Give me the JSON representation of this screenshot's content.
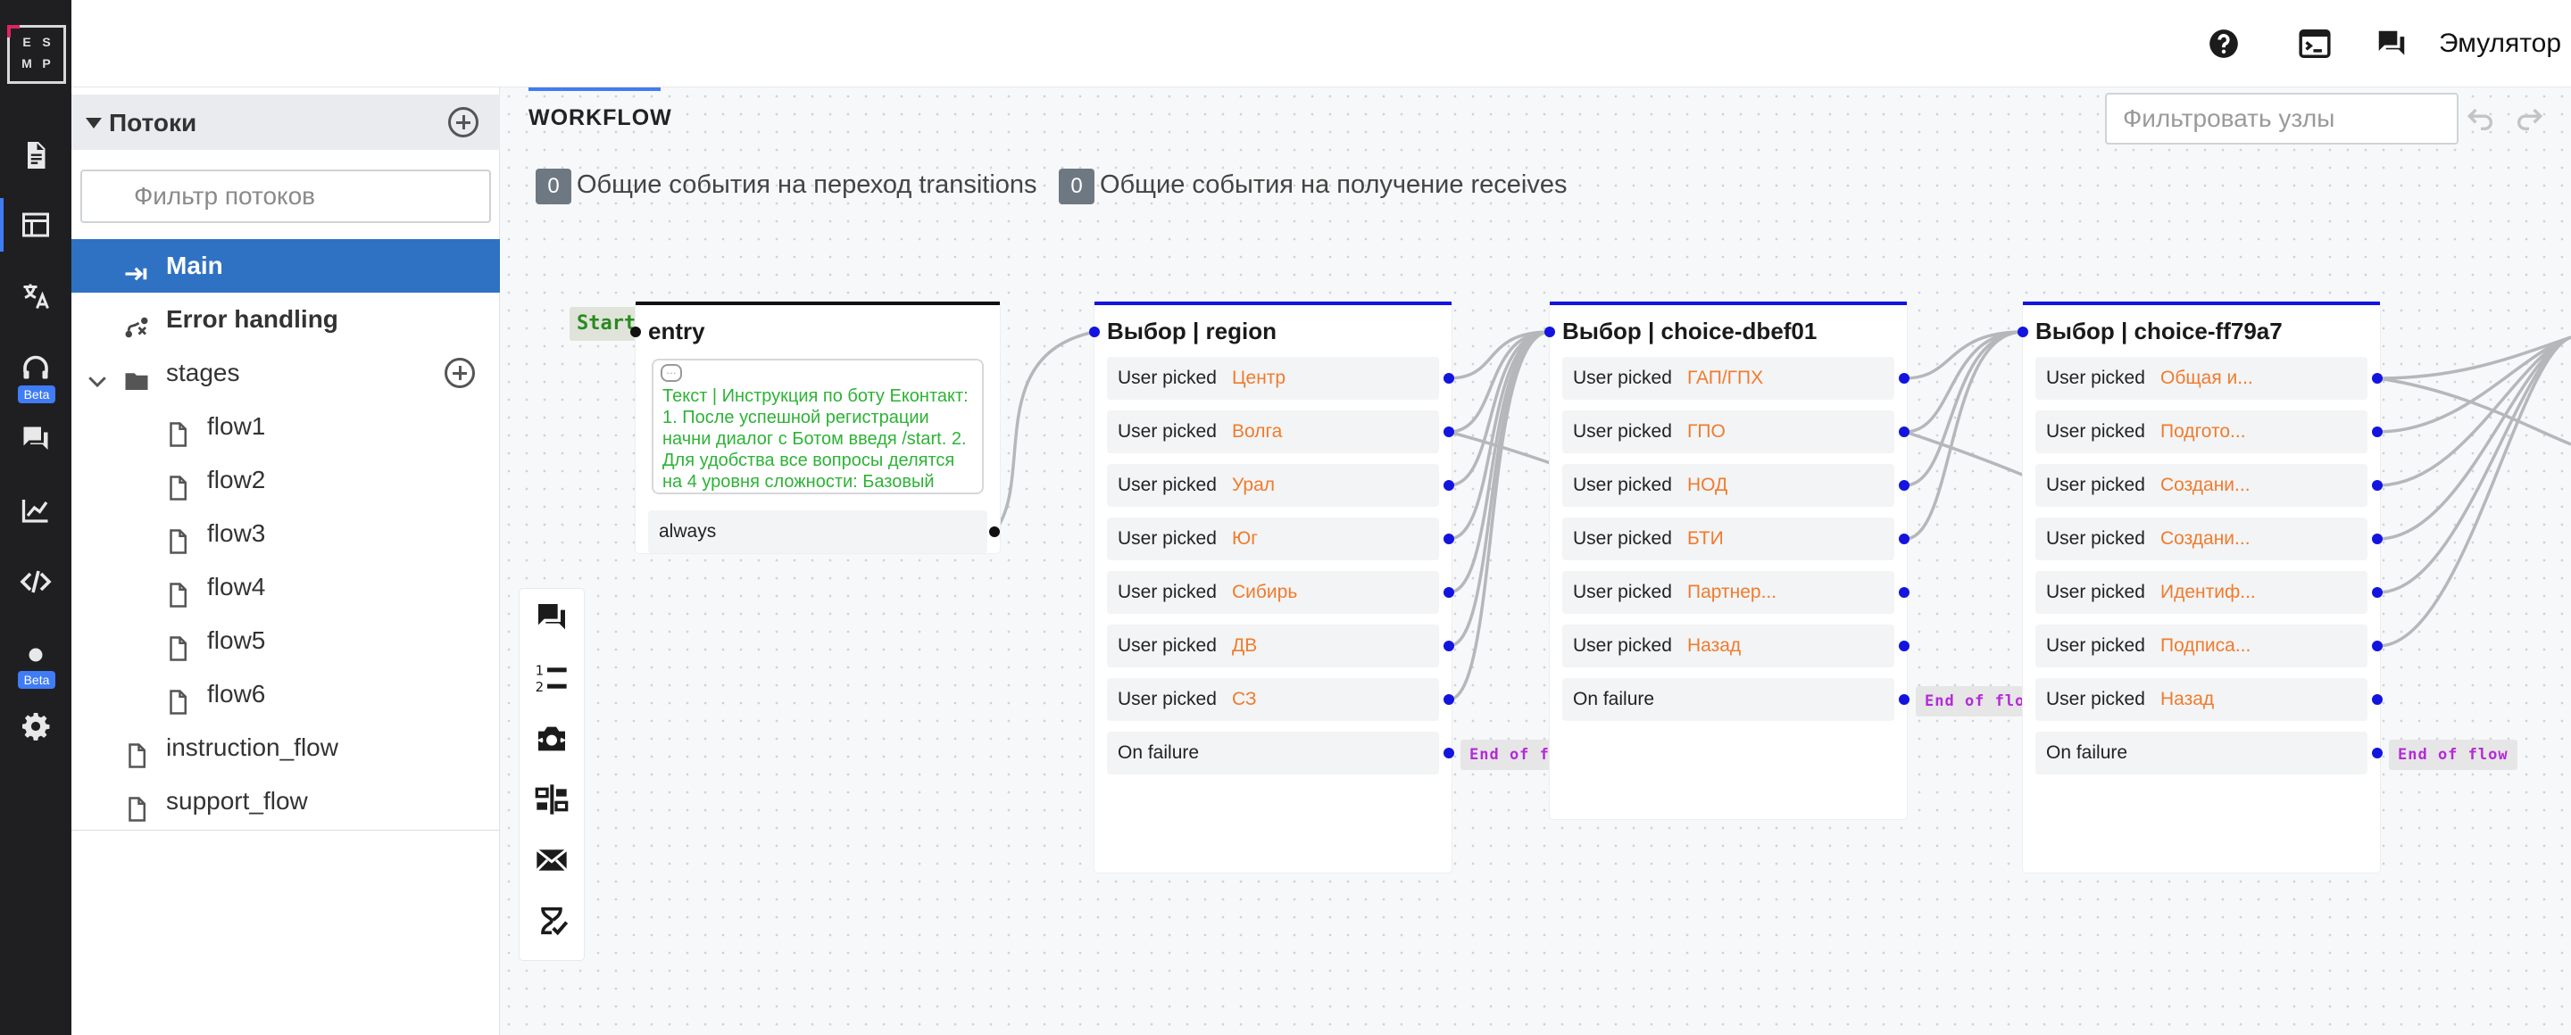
{
  "app": {
    "logo_letters": [
      "E",
      "S",
      "M",
      "P"
    ],
    "beta_label": "Beta",
    "emulator_label": "Эмулятор"
  },
  "sidebar": {
    "title": "Потоки",
    "filter_placeholder": "Фильтр потоков",
    "items": [
      {
        "label": "Main",
        "icon": "entry-arrow-icon",
        "selected": true
      },
      {
        "label": "Error handling",
        "icon": "route-icon"
      },
      {
        "label": "stages",
        "icon": "folder-icon",
        "expanded": true
      },
      {
        "label": "flow1",
        "icon": "file-icon"
      },
      {
        "label": "flow2",
        "icon": "file-icon"
      },
      {
        "label": "flow3",
        "icon": "file-icon"
      },
      {
        "label": "flow4",
        "icon": "file-icon"
      },
      {
        "label": "flow5",
        "icon": "file-icon"
      },
      {
        "label": "flow6",
        "icon": "file-icon"
      },
      {
        "label": "instruction_flow",
        "icon": "file-icon"
      },
      {
        "label": "support_flow",
        "icon": "file-icon"
      }
    ]
  },
  "canvas": {
    "tab_label": "WORKFLOW",
    "node_filter_placeholder": "Фильтровать узлы",
    "events": {
      "transitions_count": "0",
      "transitions_label": "Общие события на переход transitions",
      "receives_count": "0",
      "receives_label": "Общие события на получение receives"
    },
    "start_label": "Start",
    "end_of_flow_label": "End of flow",
    "nodes": {
      "entry": {
        "title": "entry",
        "text": "Текст | Инструкция по боту Еконтакт: 1. После успешной регистрации начни диалог с Ботом введя /start. 2. Для удобства все вопросы делятся на 4 уровня сложности: Базовый",
        "transition": "always"
      },
      "region": {
        "title": "Выбор | region",
        "user_picked_label": "User picked",
        "options": [
          "Центр",
          "Волга",
          "Урал",
          "Юг",
          "Сибирь",
          "ДВ",
          "СЗ"
        ],
        "failure_label": "On failure"
      },
      "choice1": {
        "title": "Выбор | choice-dbef01",
        "user_picked_label": "User picked",
        "options": [
          "ГАП/ГПХ",
          "ГПО",
          "НОД",
          "БТИ",
          "Партнер...",
          "Назад"
        ],
        "failure_label": "On failure"
      },
      "choice2": {
        "title": "Выбор | choice-ff79a7",
        "user_picked_label": "User picked",
        "options": [
          "Общая и...",
          "Подгото...",
          "Создани...",
          "Создани...",
          "Идентиф...",
          "Подписа...",
          "Назад"
        ],
        "failure_label": "On failure"
      }
    }
  },
  "colors": {
    "accent": "#3f7cf5",
    "selected_row": "#2f72c4",
    "node_port": "#1414e0",
    "option_value": "#f07b2c",
    "end_of_flow": "#b42ad8",
    "start_text": "#2b8a1f",
    "entry_text": "#2db336"
  }
}
